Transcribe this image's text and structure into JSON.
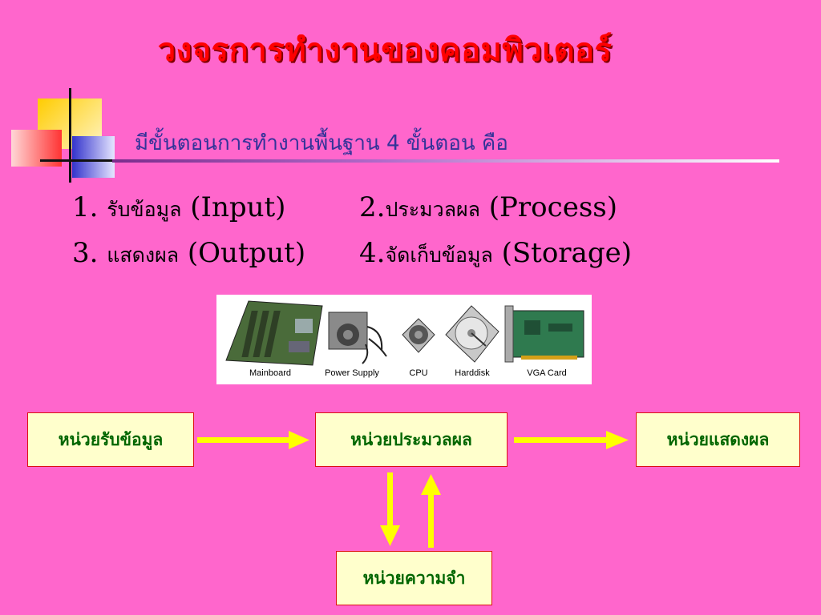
{
  "title": "วงจรการทำงานของคอมพิวเตอร์",
  "subtitle": "มีขั้นตอนการทำงานพื้นฐาน 4 ขั้นตอน คือ",
  "steps": [
    {
      "num": "1. ",
      "thai": "รับข้อมูล",
      "en": " (Input)"
    },
    {
      "num": "2.",
      "thai": "ประมวลผล",
      "en": " (Process)"
    },
    {
      "num": "3. ",
      "thai": "แสดงผล",
      "en": " (Output)"
    },
    {
      "num": "4.",
      "thai": "จัดเก็บข้อมูล",
      "en": " (Storage)"
    }
  ],
  "components": [
    "Mainboard",
    "Power Supply",
    "CPU",
    "Harddisk",
    "VGA Card"
  ],
  "units": {
    "input": "หน่วยรับข้อมูล",
    "process": "หน่วยประมวลผล",
    "output": "หน่วยแสดงผล",
    "memory": "หน่วยความจำ"
  },
  "colors": {
    "background": "#ff66cc",
    "title": "#ff0000",
    "unit_text": "#006600",
    "unit_fill": "#ffffcc",
    "arrow": "#ffff00"
  }
}
